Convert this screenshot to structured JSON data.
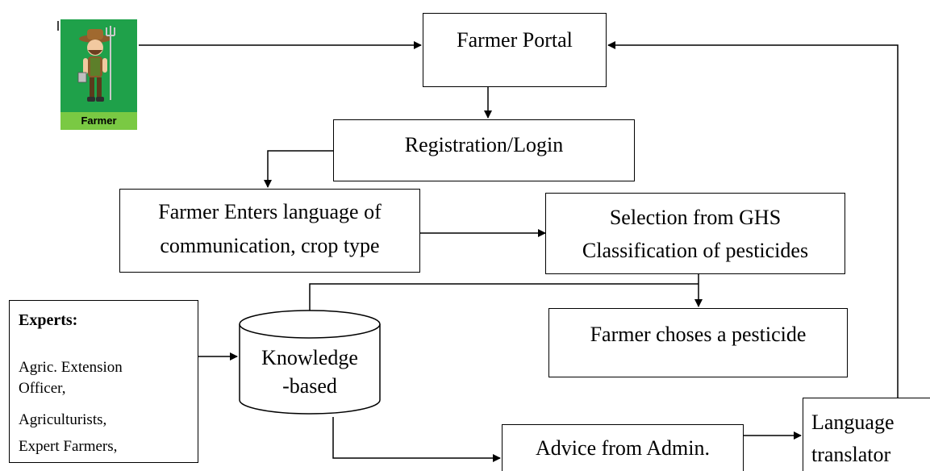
{
  "farmer_card": {
    "label": "Farmer",
    "icon": "farmer-icon"
  },
  "nodes": {
    "farmer_portal": "Farmer Portal",
    "registration": "Registration/Login",
    "enters_line1": "Farmer Enters language of",
    "enters_line2": "communication, crop type",
    "ghs_line1": "Selection from GHS",
    "ghs_line2": "Classification of pesticides",
    "choses": "Farmer choses a pesticide",
    "kb_line1": "Knowledge",
    "kb_line2": "-based",
    "advice": "Advice from Admin.",
    "translator_line1": "Language",
    "translator_line2": "translator"
  },
  "experts": {
    "title": "Experts:",
    "items": [
      "Agric. Extension",
      "Officer,",
      "Agriculturists,",
      "Expert Farmers,"
    ]
  }
}
